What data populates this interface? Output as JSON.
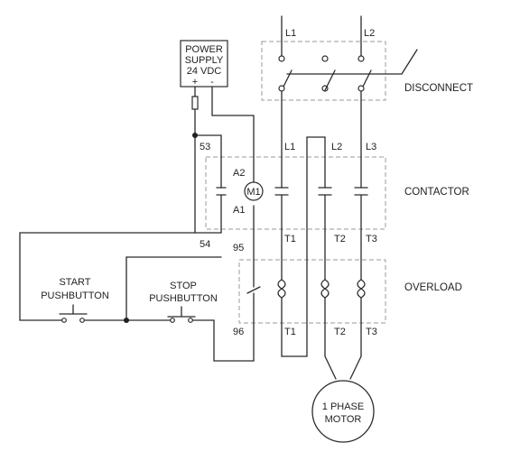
{
  "power_supply": {
    "line1": "POWER",
    "line2": "SUPPLY",
    "line3": "24  VDC",
    "plus": "+",
    "minus": "-"
  },
  "lines": {
    "l1_top": "L1",
    "l2_top": "L2",
    "l1": "L1",
    "l2": "L2",
    "l3": "L3"
  },
  "sections": {
    "disconnect": "DISCONNECT",
    "contactor": "CONTACTOR",
    "overload": "OVERLOAD"
  },
  "terminals": {
    "t53": "53",
    "t54": "54",
    "t95": "95",
    "t96": "96",
    "a2": "A2",
    "a1": "A1",
    "coil": "M1",
    "t1": "T1",
    "t2": "T2",
    "t3": "T3",
    "t1b": "T1",
    "t2b": "T2",
    "t3b": "T3"
  },
  "buttons": {
    "start_line1": "START",
    "start_line2": "PUSHBUTTON",
    "stop_line1": "STOP",
    "stop_line2": "PUSHBUTTON"
  },
  "motor": {
    "line1": "1 PHASE",
    "line2": "MOTOR"
  }
}
